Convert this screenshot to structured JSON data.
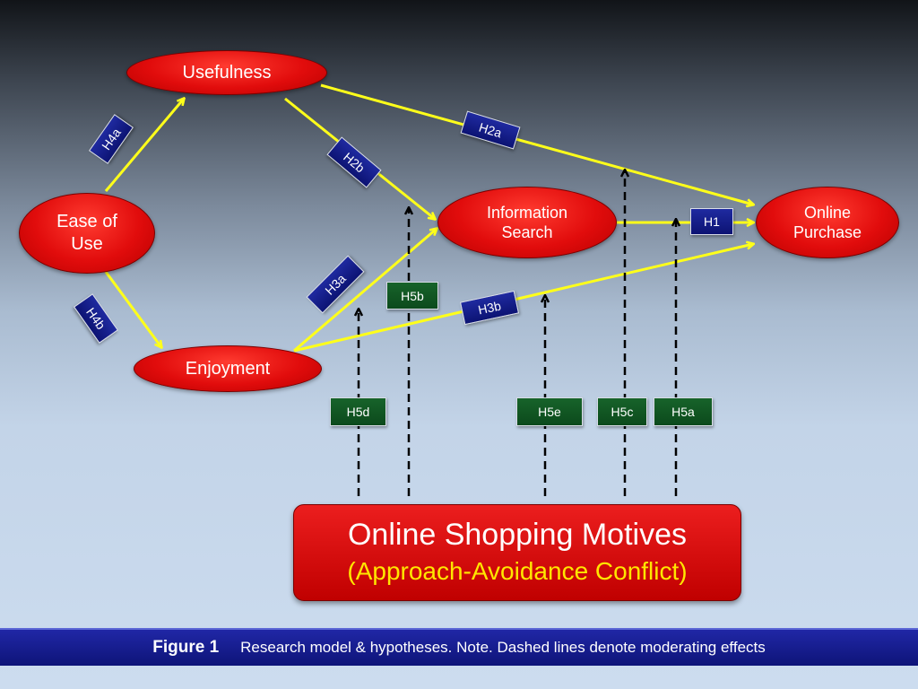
{
  "nodes": {
    "usefulness": "Usefulness",
    "ease_of_use": "Ease of\nUse",
    "enjoyment": "Enjoyment",
    "information_search": "Information\nSearch",
    "online_purchase": "Online\nPurchase"
  },
  "hypotheses": {
    "h1": "H1",
    "h2a": "H2a",
    "h2b": "H2b",
    "h3a": "H3a",
    "h3b": "H3b",
    "h4a": "H4a",
    "h4b": "H4b",
    "h5a": "H5a",
    "h5b": "H5b",
    "h5c": "H5c",
    "h5d": "H5d",
    "h5e": "H5e"
  },
  "moderator": {
    "title": "Online Shopping Motives",
    "subtitle": "(Approach-Avoidance Conflict)"
  },
  "caption": {
    "figure_label": "Figure 1",
    "description": "Research model & hypotheses. Note. Dashed lines denote moderating effects"
  },
  "colors": {
    "node_fill": "#e10c0c",
    "arrow_solid": "#ffff1a",
    "arrow_dashed": "#000000",
    "hypothesis_blue": "#141c8c",
    "hypothesis_green": "#125322",
    "subtitle_text": "#ffe600",
    "caption_bar": "#1a209a"
  }
}
